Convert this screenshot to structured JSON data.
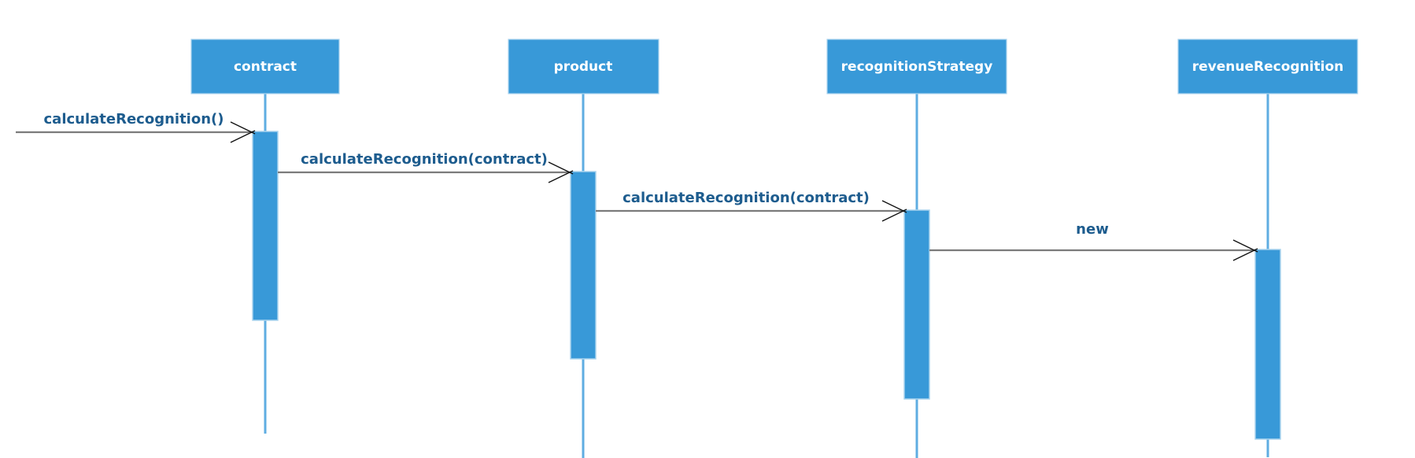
{
  "diagram": {
    "type": "uml-sequence",
    "actors": [
      {
        "label": "contract"
      },
      {
        "label": "product"
      },
      {
        "label": "recognitionStrategy"
      },
      {
        "label": "revenueRecognition"
      }
    ],
    "messages": [
      {
        "label": "calculateRecognition()",
        "from": null,
        "to": "contract"
      },
      {
        "label": "calculateRecognition(contract)",
        "from": "contract",
        "to": "product"
      },
      {
        "label": "calculateRecognition(contract)",
        "from": "product",
        "to": "recognitionStrategy"
      },
      {
        "label": "new",
        "from": "recognitionStrategy",
        "to": "revenueRecognition"
      }
    ],
    "colors": {
      "actor_fill": "#3899d8",
      "actor_border": "#a9d3ee",
      "actor_text": "#ffffff",
      "lifeline": "#5fade2",
      "activation_fill": "#3899d8",
      "activation_border": "#a9d3ee",
      "message_line": "#7b7b7b",
      "arrowhead": "#111111",
      "message_text": "#1d5c8e",
      "background": "#ffffff"
    }
  }
}
